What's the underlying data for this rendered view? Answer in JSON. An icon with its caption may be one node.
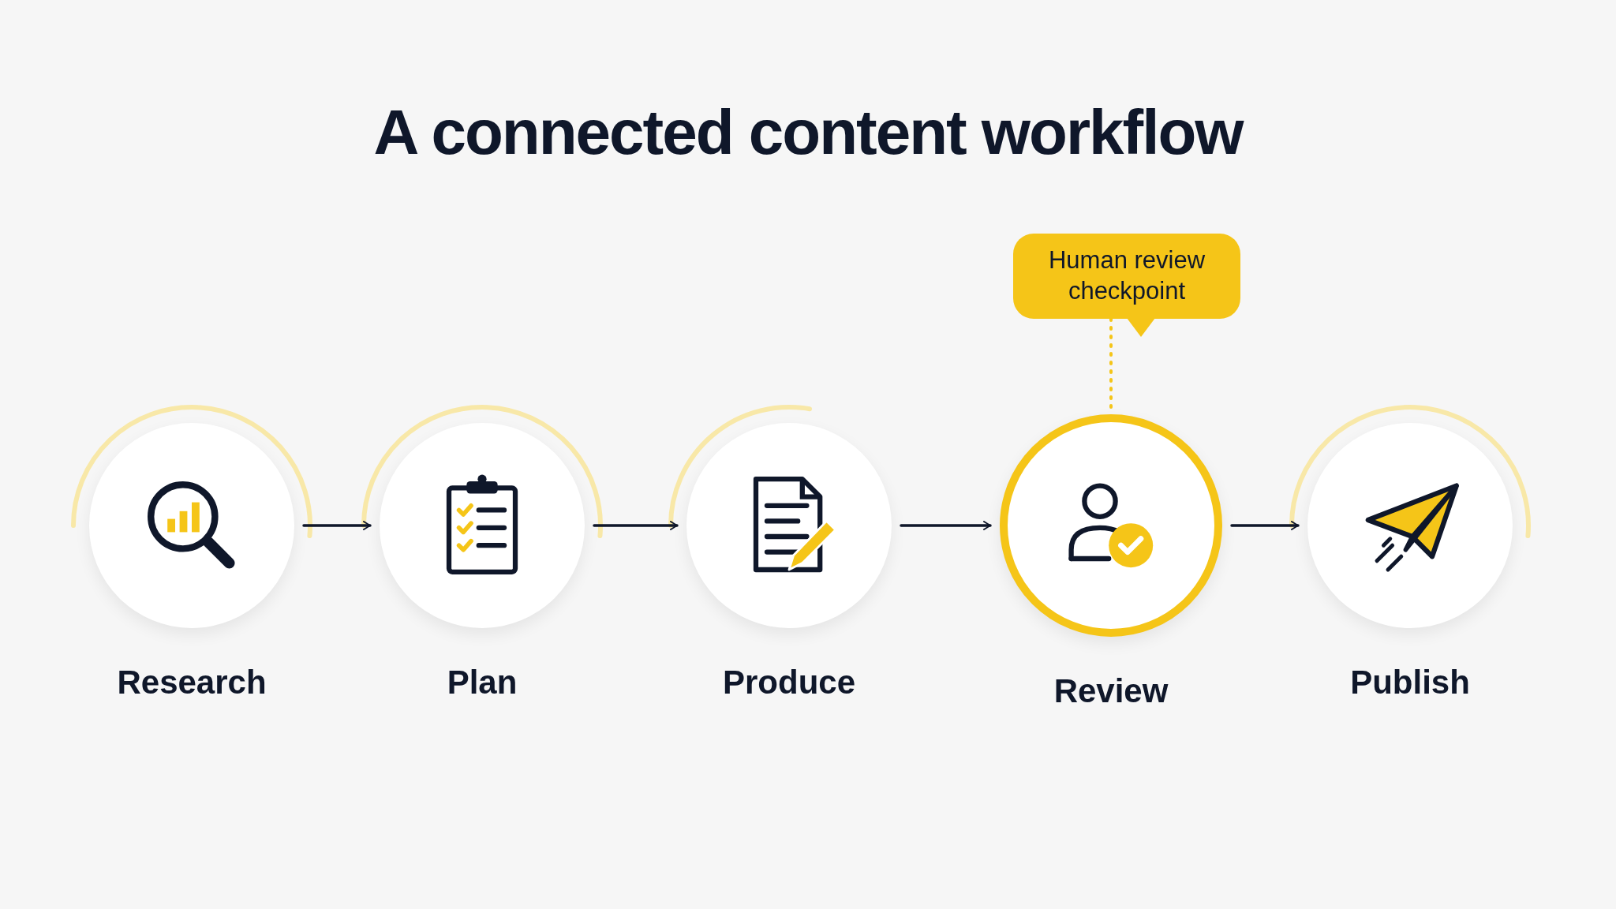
{
  "diagram": {
    "title": "A connected content workflow",
    "nodes": [
      {
        "text": [
          "Research"
        ]
      },
      {
        "text": [
          "Plan"
        ]
      },
      {
        "text": [
          "Produce"
        ]
      },
      {
        "text": [
          "Review"
        ]
      },
      {
        "text": [
          "Publish"
        ]
      },
      {
        "text": [
          "Human review checkpoint"
        ]
      }
    ],
    "edges": [
      {
        "from": 0,
        "to": 1,
        "arrow": "to"
      },
      {
        "from": 1,
        "to": 2,
        "arrow": "to"
      },
      {
        "from": 2,
        "to": 3,
        "arrow": "to"
      },
      {
        "from": 3,
        "to": 4,
        "arrow": "to"
      },
      {
        "from": 5,
        "to": 3,
        "arrow": "none",
        "style": "dashed",
        "color": "#f5c518"
      }
    ]
  }
}
